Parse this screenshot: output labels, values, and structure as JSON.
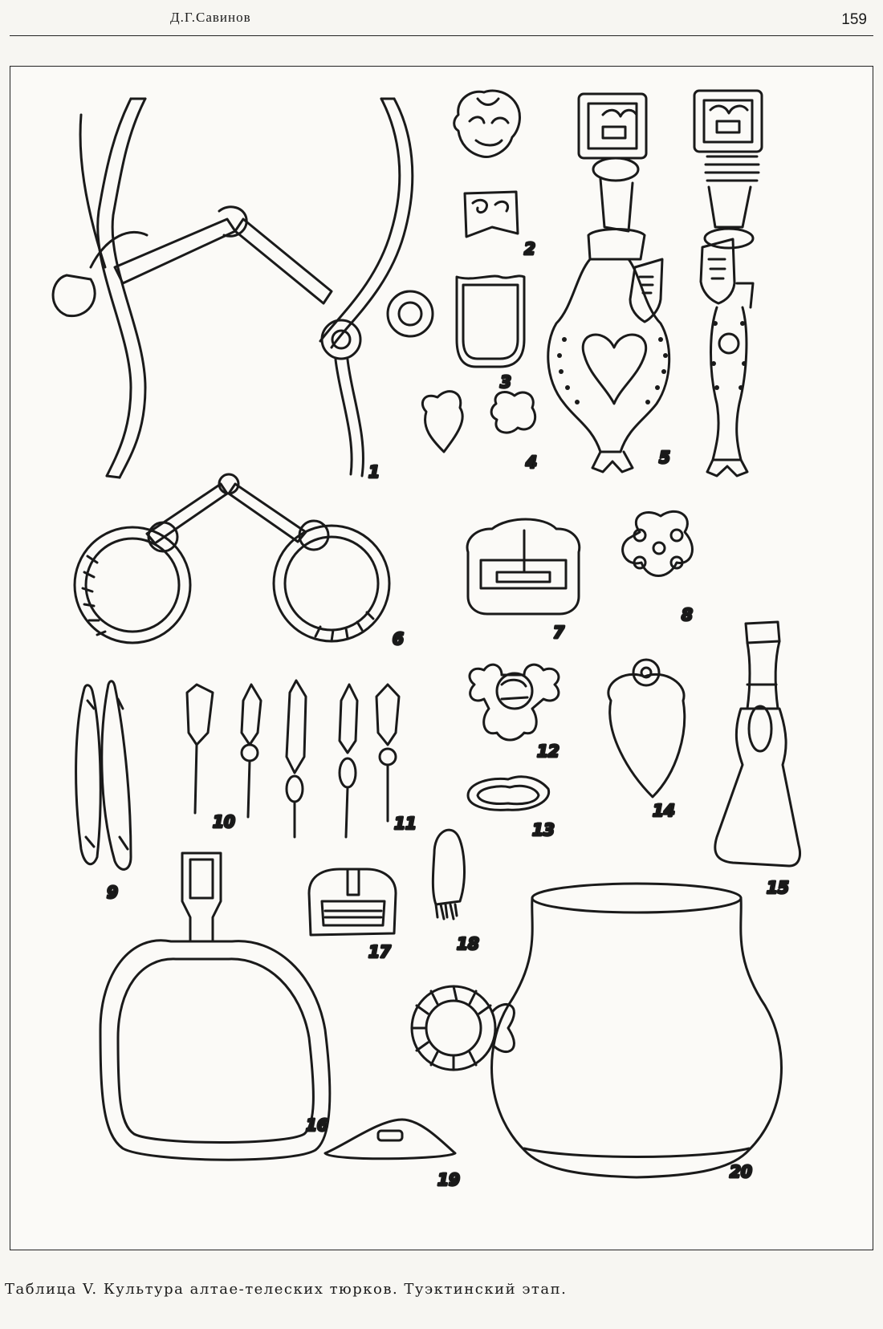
{
  "header": {
    "author": "Д.Г.Савинов",
    "page_number": "159"
  },
  "plate": {
    "labels": [
      "1",
      "2",
      "3",
      "4",
      "5",
      "6",
      "7",
      "8",
      "9",
      "10",
      "11",
      "12",
      "13",
      "14",
      "15",
      "16",
      "17",
      "18",
      "19",
      "20"
    ]
  },
  "caption": "Таблица V. Культура алтае-телеских тюрков. Туэктинский этап."
}
